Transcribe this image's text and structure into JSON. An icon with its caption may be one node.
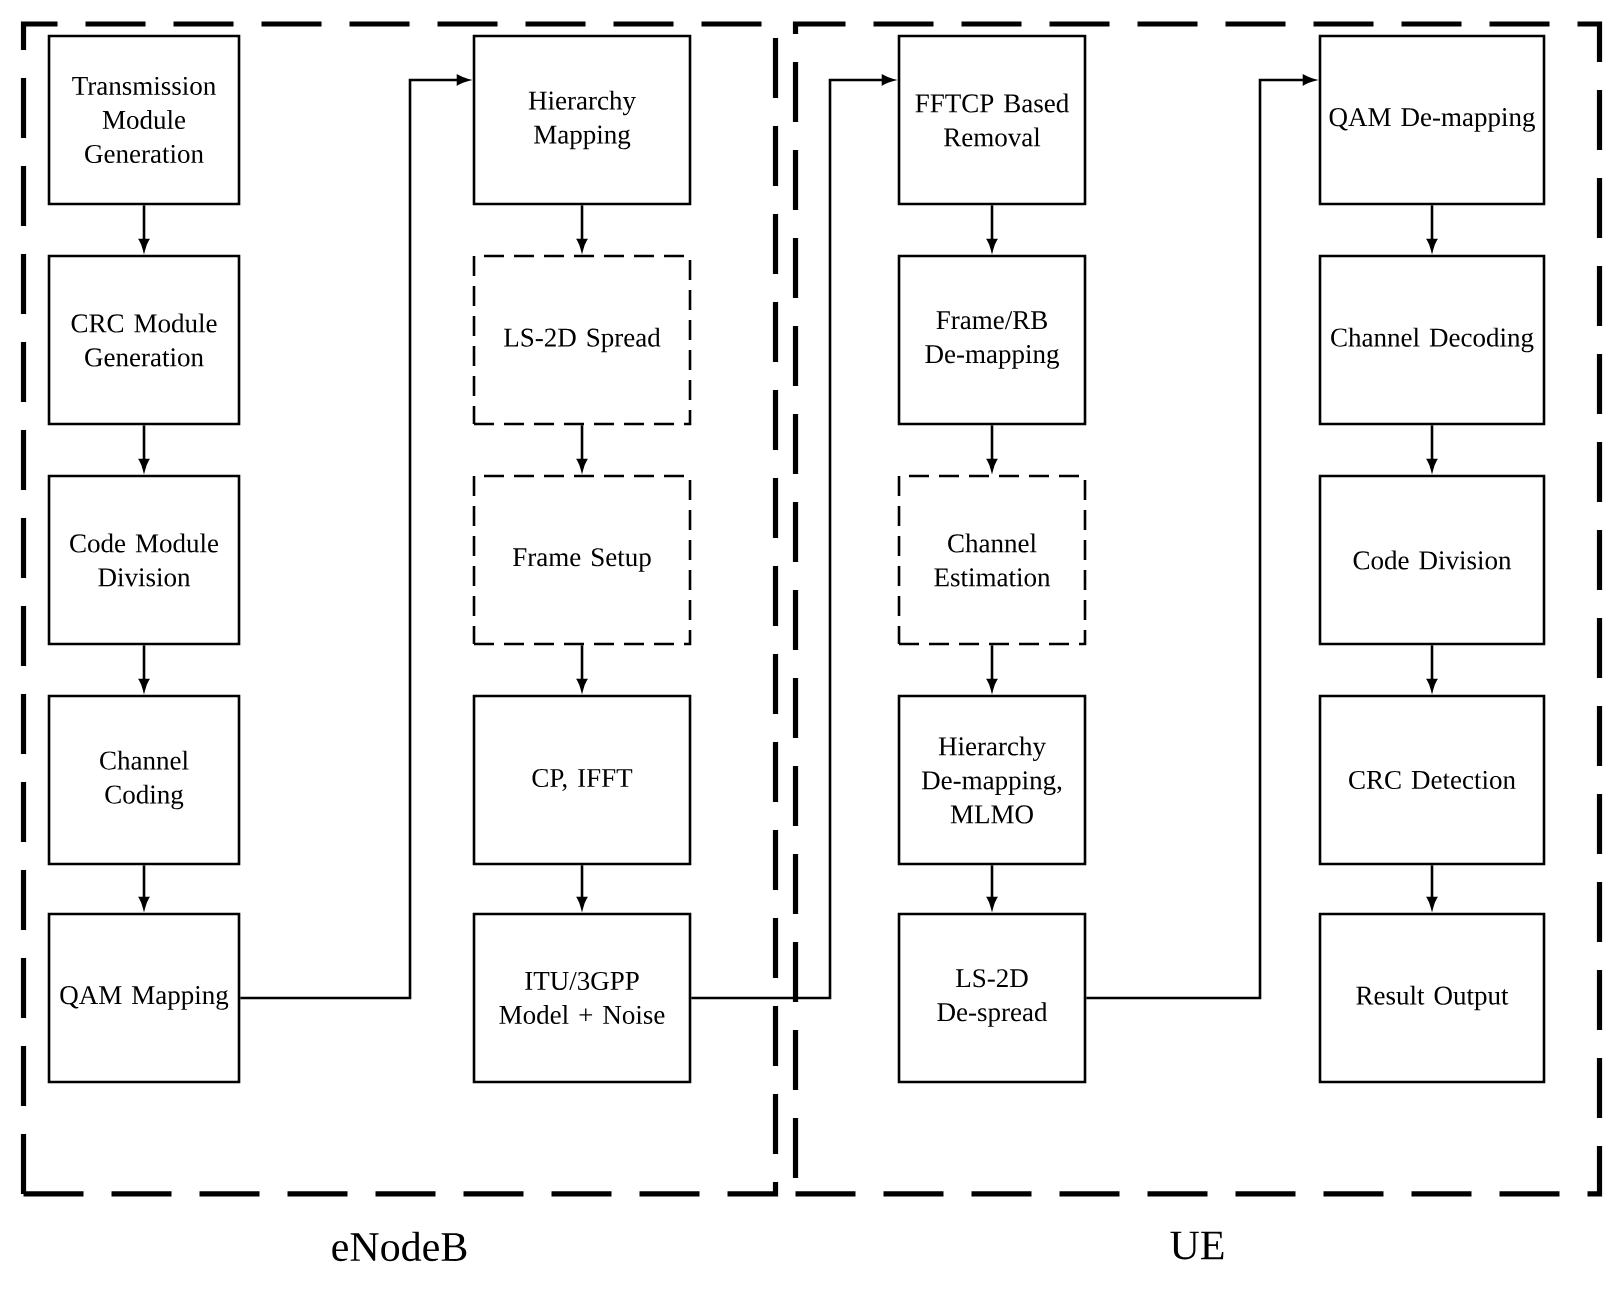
{
  "diagram": {
    "nodes": [
      {
        "text": [
          "eNodeB"
        ]
      },
      {
        "text": [
          "Transmission Module Generation"
        ],
        "in": 0
      },
      {
        "text": [
          "CRC Module Generation"
        ],
        "in": 0
      },
      {
        "text": [
          "Code Module Division"
        ],
        "in": 0
      },
      {
        "text": [
          "Channel Coding"
        ],
        "in": 0
      },
      {
        "text": [
          "QAM Mapping"
        ],
        "in": 0
      },
      {
        "text": [
          "Hierarchy Mapping"
        ],
        "in": 0
      },
      {
        "text": [
          "LS-2D Spread"
        ],
        "in": 0
      },
      {
        "text": [
          "Frame Setup"
        ],
        "in": 0
      },
      {
        "text": [
          "CP, IFFT"
        ],
        "in": 0
      },
      {
        "text": [
          "ITU/3GPP Model + Noise"
        ],
        "in": 0
      },
      {
        "text": [
          "UE"
        ]
      },
      {
        "text": [
          "FFTCP Based Removal"
        ],
        "in": 11
      },
      {
        "text": [
          "Frame/RB De-mapping"
        ],
        "in": 11
      },
      {
        "text": [
          "Channel Estimation"
        ],
        "in": 11
      },
      {
        "text": [
          "Hierarchy De-mapping, MLMO"
        ],
        "in": 11
      },
      {
        "text": [
          "LS-2D De-spread"
        ],
        "in": 11
      },
      {
        "text": [
          "QAM De-mapping"
        ],
        "in": 11
      },
      {
        "text": [
          "Channel Decoding"
        ],
        "in": 11
      },
      {
        "text": [
          "Code Division"
        ],
        "in": 11
      },
      {
        "text": [
          "CRC Detection"
        ],
        "in": 11
      },
      {
        "text": [
          "Result Output"
        ],
        "in": 11
      }
    ],
    "edges": [
      {
        "from": 1,
        "to": 2,
        "arrow": "to"
      },
      {
        "from": 2,
        "to": 3,
        "arrow": "to"
      },
      {
        "from": 3,
        "to": 4,
        "arrow": "to"
      },
      {
        "from": 4,
        "to": 5,
        "arrow": "to"
      },
      {
        "from": 5,
        "to": 6,
        "arrow": "to"
      },
      {
        "from": 6,
        "to": 7,
        "arrow": "to"
      },
      {
        "from": 7,
        "to": 8,
        "arrow": "to"
      },
      {
        "from": 8,
        "to": 9,
        "arrow": "to"
      },
      {
        "from": 9,
        "to": 10,
        "arrow": "to"
      },
      {
        "from": 10,
        "to": 12,
        "arrow": "to"
      },
      {
        "from": 12,
        "to": 13,
        "arrow": "to"
      },
      {
        "from": 13,
        "to": 14,
        "arrow": "to"
      },
      {
        "from": 14,
        "to": 15,
        "arrow": "to"
      },
      {
        "from": 15,
        "to": 16,
        "arrow": "to"
      },
      {
        "from": 16,
        "to": 17,
        "arrow": "to"
      },
      {
        "from": 17,
        "to": 18,
        "arrow": "to"
      },
      {
        "from": 18,
        "to": 19,
        "arrow": "to"
      },
      {
        "from": 19,
        "to": 20,
        "arrow": "to"
      },
      {
        "from": 20,
        "to": 21,
        "arrow": "to"
      }
    ]
  }
}
